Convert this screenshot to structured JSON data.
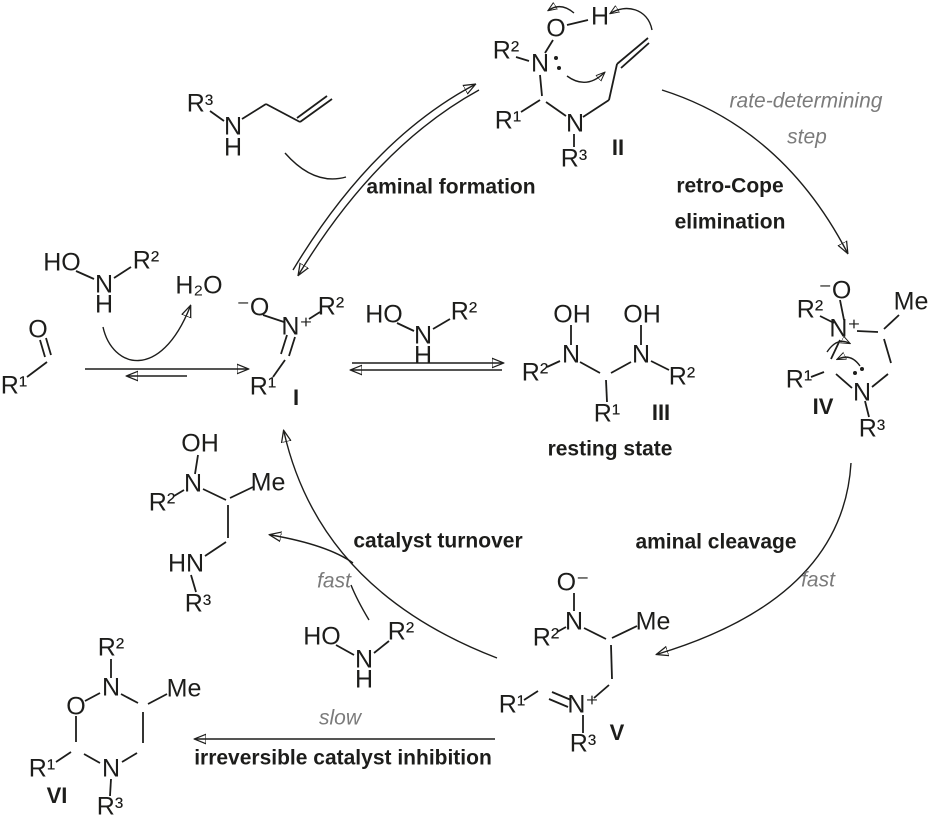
{
  "colors": {
    "ink": "#1d1d1b",
    "gray_label": "#7b7b7b",
    "background": "#ffffff"
  },
  "steps": {
    "aminal_formation": "aminal formation",
    "retro_cope_line1": "retro-Cope",
    "retro_cope_line2": "elimination",
    "rate_determining_line1": "rate-determining",
    "rate_determining_line2": "step",
    "aminal_cleavage": "aminal cleavage",
    "fast_right": "fast",
    "fast_left": "fast",
    "catalyst_turnover": "catalyst turnover",
    "slow": "slow",
    "irreversible_inhibition": "irreversible catalyst inhibition",
    "resting_state": "resting state"
  },
  "molecules": {
    "allylamine": {
      "R3": "R³",
      "N": "N",
      "H": "H"
    },
    "hydroxylamine_top": {
      "HO": "HO",
      "N": "N",
      "H": "H",
      "R2": "R²"
    },
    "water": {
      "formula": "H₂O"
    },
    "aldehyde": {
      "O": "O",
      "R1": "R¹"
    },
    "nitrone_I": {
      "O": "⁻O",
      "N": "N⁺",
      "R2": "R²",
      "R1": "R¹",
      "label": "I"
    },
    "hydroxylamine_mid": {
      "HO": "HO",
      "N": "N",
      "H": "H",
      "R2": "R²"
    },
    "bis_aminal_III": {
      "OH_left": "OH",
      "OH_right": "OH",
      "N_left": "N",
      "N_right": "N",
      "R2_left": "R²",
      "R2_right": "R²",
      "R1": "R¹",
      "label": "III"
    },
    "aminal_II": {
      "R2": "R²",
      "N": "N",
      "O": "O",
      "H": "H",
      "R1": "R¹",
      "N_ring": "N",
      "R3": "R³",
      "label": "II"
    },
    "cycloadduct_IV": {
      "O": "⁻O",
      "R2": "R²",
      "N_plus": "N⁺",
      "Me": "Me",
      "R1": "R¹",
      "N_ring": "N",
      "R3": "R³",
      "label": "IV"
    },
    "iminium_V": {
      "O": "O⁻",
      "N": "N",
      "R2": "R²",
      "Me": "Me",
      "R1": "R¹",
      "N_plus": "N⁺",
      "R3": "R³",
      "label": "V"
    },
    "oxazinane_VI": {
      "R2": "R²",
      "N_top": "N",
      "O": "O",
      "Me": "Me",
      "R1": "R¹",
      "N_bottom": "N",
      "R3": "R³",
      "label": "VI"
    },
    "turnover_product": {
      "OH": "OH",
      "N": "N",
      "R2": "R²",
      "Me": "Me",
      "HN": "HN",
      "R3": "R³"
    },
    "hydroxylamine_bottom": {
      "HO": "HO",
      "N": "N",
      "H": "H",
      "R2": "R²"
    }
  }
}
